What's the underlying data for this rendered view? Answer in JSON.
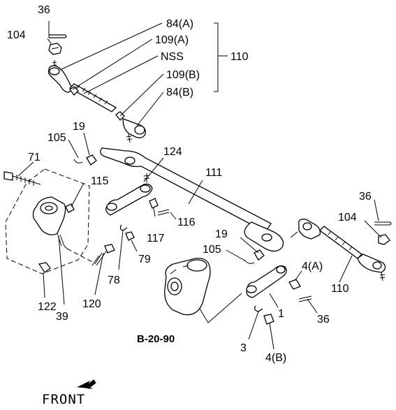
{
  "labels": {
    "l36_top": "36",
    "l104_top": "104",
    "l84a": "84(A)",
    "l109a": "109(A)",
    "lnss": "NSS",
    "l110_top": "110",
    "l109b": "109(B)",
    "l84b": "84(B)",
    "l19_left": "19",
    "l105_left": "105",
    "l124": "124",
    "l71": "71",
    "l115": "115",
    "l111": "111",
    "l36_right": "36",
    "l104_right": "104",
    "l116": "116",
    "l117": "117",
    "l19_mid": "19",
    "l105_mid": "105",
    "l79": "79",
    "l78": "78",
    "l4a": "4(A)",
    "l110_right": "110",
    "l1": "1",
    "l36_bottom": "36",
    "l120": "120",
    "l122": "122",
    "l39": "39",
    "l3": "3",
    "l4b": "4(B)",
    "ref": "B-20-90",
    "front": "FRONT"
  }
}
